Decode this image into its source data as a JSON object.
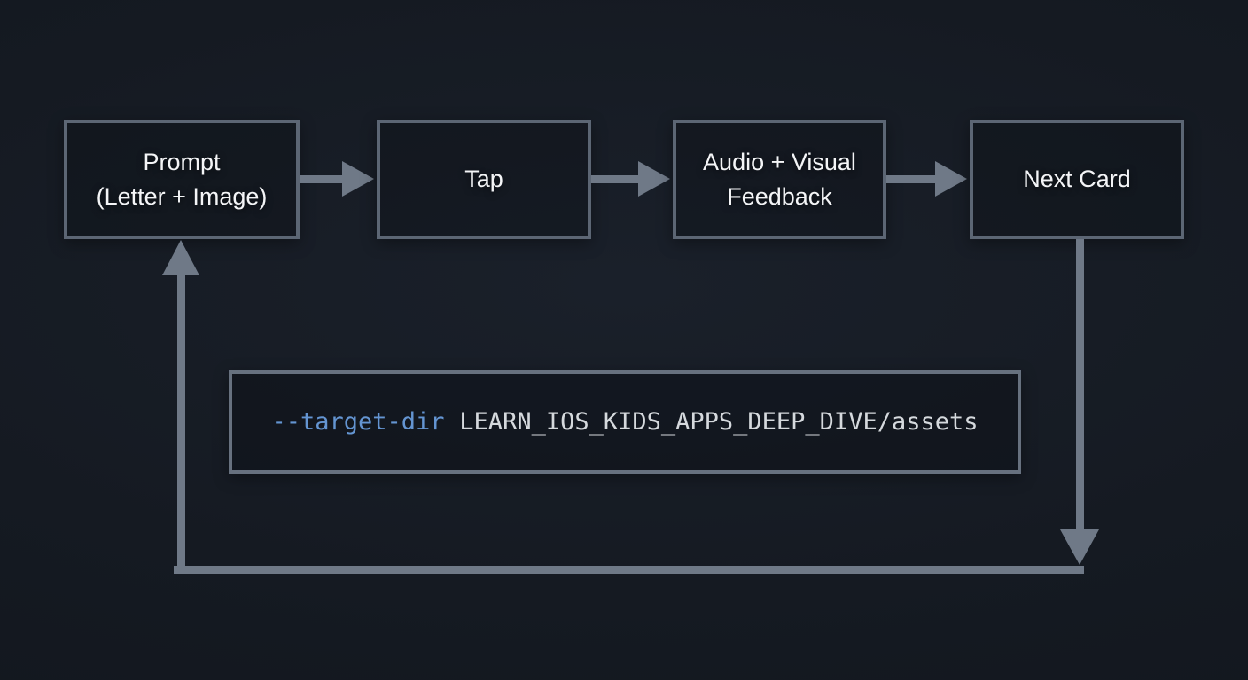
{
  "diagram": {
    "nodes": [
      {
        "id": "prompt",
        "label": "Prompt\n(Letter + Image)"
      },
      {
        "id": "tap",
        "label": "Tap"
      },
      {
        "id": "audio-visual-feedback",
        "label": "Audio + Visual\nFeedback"
      },
      {
        "id": "next-card",
        "label": "Next Card"
      }
    ],
    "edges": [
      {
        "from": "prompt",
        "to": "tap",
        "type": "arrow-right"
      },
      {
        "from": "tap",
        "to": "audio-visual-feedback",
        "type": "arrow-right"
      },
      {
        "from": "audio-visual-feedback",
        "to": "next-card",
        "type": "arrow-right"
      },
      {
        "from": "next-card",
        "to": "prompt",
        "type": "loop-back"
      }
    ],
    "code_snippet": {
      "flag": "--target-dir",
      "argument": "LEARN_IOS_KIDS_APPS_DEEP_DIVE/assets"
    },
    "colors": {
      "background": "#151A22",
      "node_border": "#5C6674",
      "arrow": "#6F7987",
      "code_border": "#67717F",
      "node_text": "#F4F5F7",
      "code_text": "#D5D9DD",
      "code_flag": "#6495D2"
    }
  }
}
